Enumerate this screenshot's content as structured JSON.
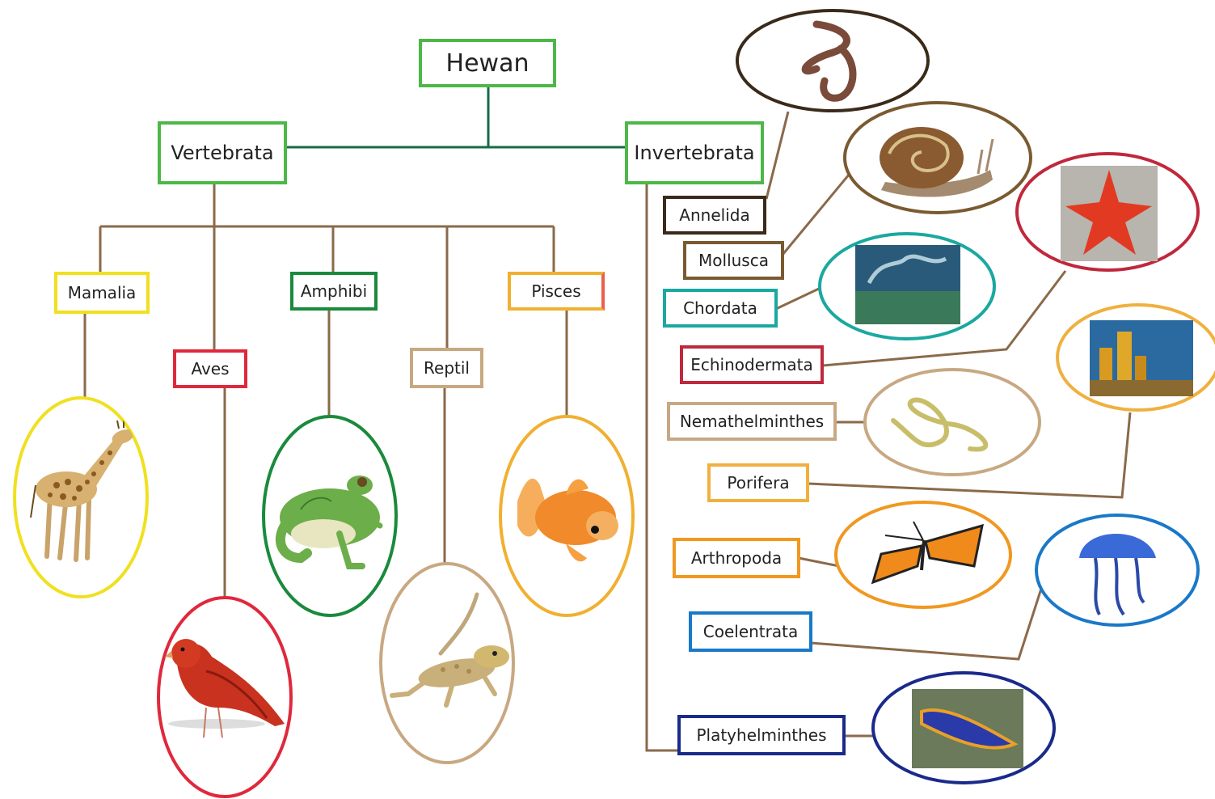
{
  "root": {
    "label": "Hewan",
    "color": "#4cb848"
  },
  "vertebrata": {
    "label": "Vertebrata",
    "color": "#4cb848",
    "classes": [
      {
        "key": "mamalia",
        "label": "Mamalia",
        "color": "#f0e020",
        "animal": "giraffe"
      },
      {
        "key": "aves",
        "label": "Aves",
        "color": "#e0283c",
        "animal": "red-bird"
      },
      {
        "key": "amphibi",
        "label": "Amphibi",
        "color": "#1a8a3c",
        "animal": "frog"
      },
      {
        "key": "reptil",
        "label": "Reptil",
        "color": "#c8a882",
        "animal": "lizard"
      },
      {
        "key": "pisces",
        "label": "Pisces",
        "color": "#f0b030",
        "animal": "goldfish"
      }
    ]
  },
  "invertebrata": {
    "label": "Invertebrata",
    "color": "#4cb848",
    "phyla": [
      {
        "key": "annelida",
        "label": "Annelida",
        "color": "#3a2a1a",
        "animal": "earthworm"
      },
      {
        "key": "mollusca",
        "label": "Mollusca",
        "color": "#7a5a30",
        "animal": "snail"
      },
      {
        "key": "chordata",
        "label": "Chordata",
        "color": "#1aa8a0",
        "animal": "sea-squirt"
      },
      {
        "key": "echinodermata",
        "label": "Echinodermata",
        "color": "#c0283c",
        "animal": "starfish"
      },
      {
        "key": "nemathelminthes",
        "label": "Nemathelminthes",
        "color": "#c8a882",
        "animal": "roundworm"
      },
      {
        "key": "porifera",
        "label": "Porifera",
        "color": "#f0b040",
        "animal": "sponge"
      },
      {
        "key": "arthropoda",
        "label": "Arthropoda",
        "color": "#f09820",
        "animal": "butterfly"
      },
      {
        "key": "coelentrata",
        "label": "Coelentrata",
        "color": "#1a78c8",
        "animal": "jellyfish"
      },
      {
        "key": "platyhelminthes",
        "label": "Platyhelminthes",
        "color": "#1a2a8a",
        "animal": "flatworm"
      }
    ]
  },
  "colors": {
    "tree_line": "#1a6a4a",
    "branch_line": "#8a6a4a"
  }
}
